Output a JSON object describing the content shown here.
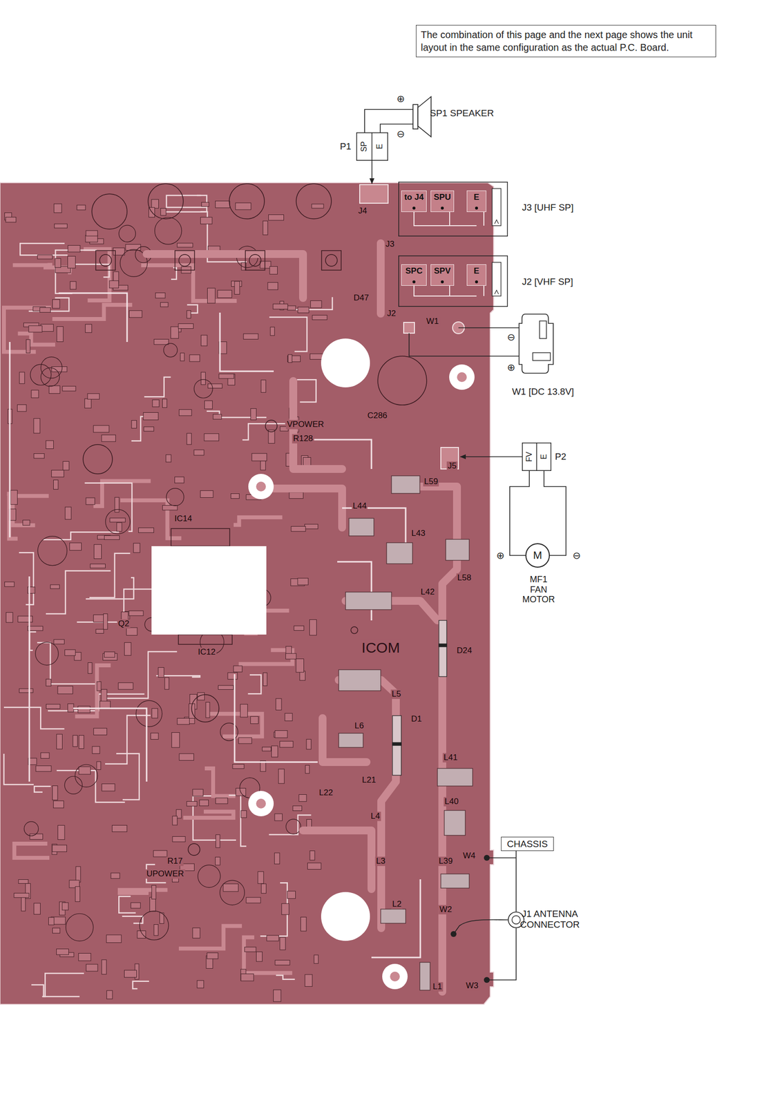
{
  "diagram": {
    "nodes": [
      {
        "text": [
          "The combination of this page and the next page shows the unit layout in the same configuration as the actual P.C. Board."
        ]
      },
      {
        "text": [
          "P1",
          "SP",
          "E"
        ]
      },
      {
        "text": [
          "J3 [UHF SP]"
        ]
      },
      {
        "text": [
          "to J4"
        ],
        "in": 2
      },
      {
        "text": [
          "SPU"
        ],
        "in": 2
      },
      {
        "text": [
          "E"
        ],
        "in": 2
      },
      {
        "text": [
          "J2 [VHF SP]"
        ]
      },
      {
        "text": [
          "SPC"
        ],
        "in": 6
      },
      {
        "text": [
          "SPV"
        ],
        "in": 6
      },
      {
        "text": [
          "E"
        ],
        "in": 6
      },
      {
        "text": [
          "W1 [DC 13.8V]"
        ]
      },
      {
        "text": [
          "P2",
          "FV",
          "E"
        ]
      },
      {
        "text": [
          "M",
          "MF1 FAN MOTOR"
        ]
      },
      {
        "text": [
          "CHASSIS"
        ]
      },
      {
        "text": [
          "J1 ANTENNA CONNECTOR"
        ]
      }
    ],
    "edges": [
      {
        "from": 11,
        "to": 12,
        "arrow": "none"
      },
      {
        "from": 13,
        "to": 14,
        "arrow": "none"
      }
    ],
    "labels": [
      "SP1 SPEAKER",
      "⊕",
      "⊖",
      "⊖",
      "⊕",
      "⊕",
      "⊖",
      "J4",
      "J3",
      "D47",
      "J2",
      "W1",
      "C286",
      "VPOWER",
      "R128",
      "J5",
      "L59",
      "L44",
      "L43",
      "L58",
      "L42",
      "IC14",
      "Q2",
      "IC12",
      "ICOM",
      "D24",
      "L5",
      "D1",
      "L6",
      "L41",
      "L40",
      "L21",
      "L22",
      "L4",
      "L3",
      "L39",
      "L2",
      "L1",
      "R17",
      "UPOWER",
      "W4",
      "W2",
      "W3"
    ]
  }
}
